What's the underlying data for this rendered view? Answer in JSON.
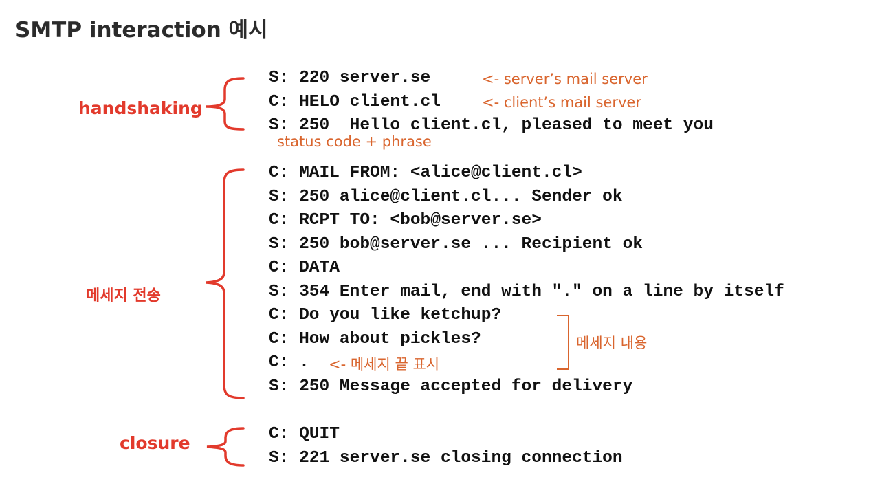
{
  "title": "SMTP interaction 예시",
  "sections": {
    "handshaking": "handshaking",
    "message_transfer": "메세지 전송",
    "closure": "closure"
  },
  "lines": [
    "S: 220 server.se",
    "C: HELO client.cl",
    "S: 250  Hello client.cl, pleased to meet you",
    "C: MAIL FROM: <alice@client.cl>",
    "S: 250 alice@client.cl... Sender ok",
    "C: RCPT TO: <bob@server.se>",
    "S: 250 bob@server.se ... Recipient ok",
    "C: DATA",
    "S: 354 Enter mail, end with \".\" on a line by itself",
    "C: Do you like ketchup?",
    "C: How about pickles?",
    "C: .",
    "S: 250 Message accepted for delivery",
    "C: QUIT",
    "S: 221 server.se closing connection"
  ],
  "annotations": {
    "server_mail": "<- server’s mail server",
    "client_mail": "<- client’s mail server",
    "status": "status code + phrase",
    "end_marker": "<- 메세지 끝 표시",
    "message_content": "메세지 내용"
  },
  "colors": {
    "section_label": "#e23a2c",
    "annotation": "#d9652e",
    "code_text": "#111111",
    "title_text": "#2b2b2b"
  }
}
